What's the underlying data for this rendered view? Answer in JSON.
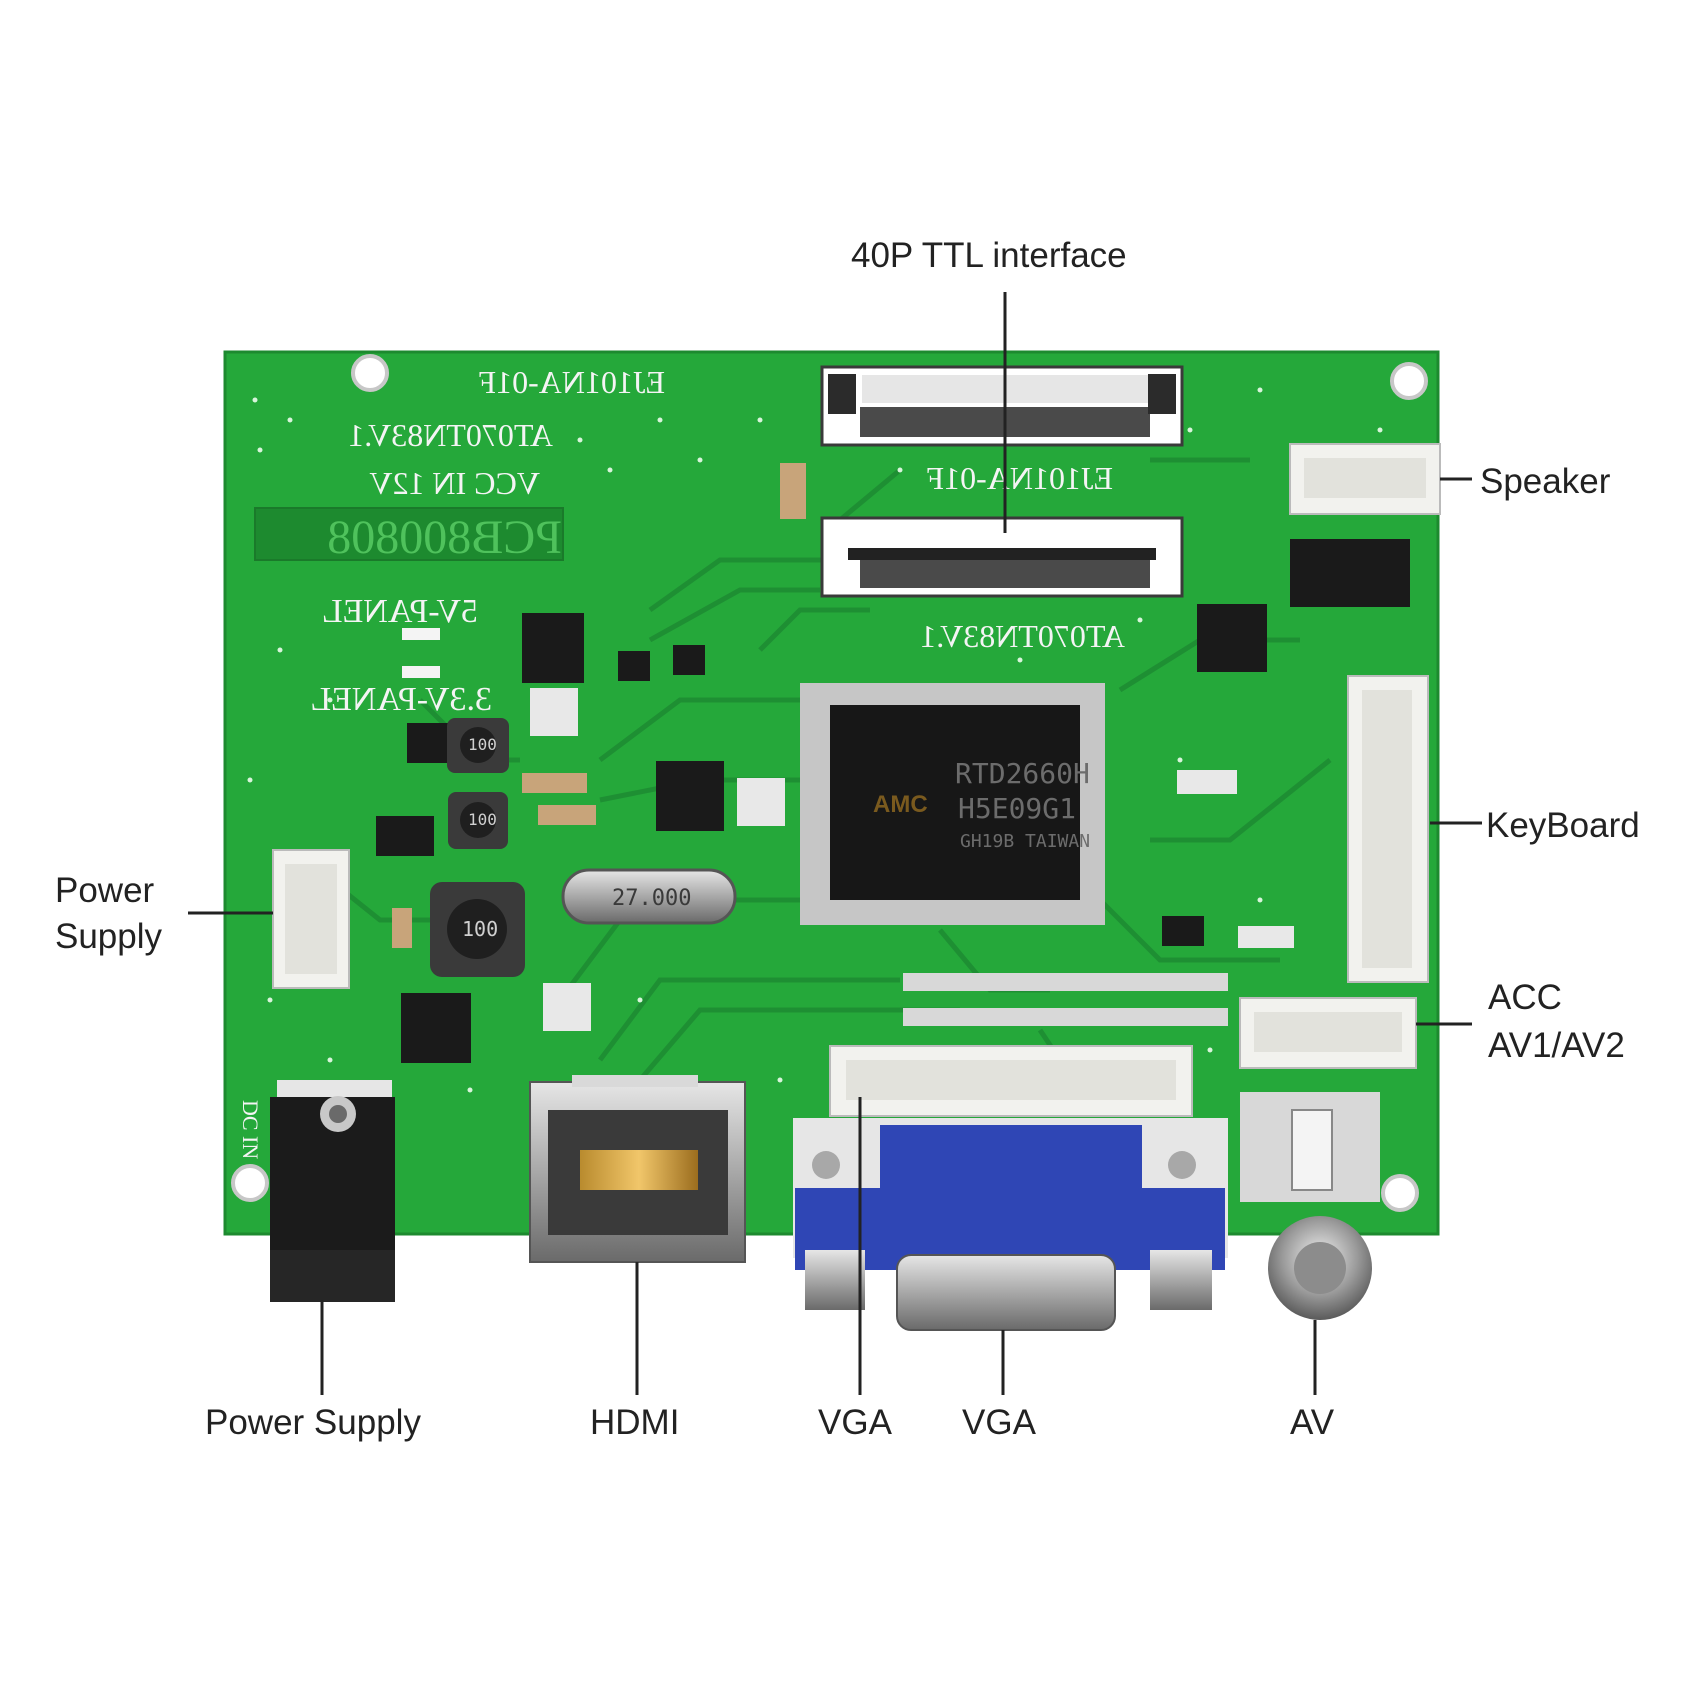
{
  "labels": {
    "ttl": "40P TTL interface",
    "speaker": "Speaker",
    "keyboard": "KeyBoard",
    "acc_line1": "ACC",
    "acc_line2": "AV1/AV2",
    "power_left_line1": "Power",
    "power_left_line2": "Supply",
    "power_bottom": "Power Supply",
    "hdmi": "HDMI",
    "vga_left": "VGA",
    "vga_right": "VGA",
    "av": "AV"
  },
  "silkscreen": {
    "ej_top": "EJ101NA-01F",
    "at_top": "AT070TN83V.1",
    "vcc": "VCC  IN  12V",
    "pcb_id": "PCB800808",
    "panel_5v": "5V-PANEL",
    "panel_33v": "3.3V-PANEL",
    "ej_mid": "EJ101NA-01F",
    "at_mid": "AT070TN83V.1",
    "chip_line1": "RTD2660H",
    "chip_line2": "H5E09G1",
    "chip_line3": "GH19B TAIWAN",
    "chip_logo": "AMC",
    "crystal": "27.000",
    "dc_in": "DC IN",
    "inductor_1": "100",
    "inductor_2": "100",
    "inductor_3": "100"
  },
  "colors": {
    "pcb_green": "#25a83a",
    "connector_white": "#f2f2ee",
    "vga_blue": "#2f46b5",
    "chip_black": "#171717",
    "silk_white": "#f4f4f4"
  }
}
